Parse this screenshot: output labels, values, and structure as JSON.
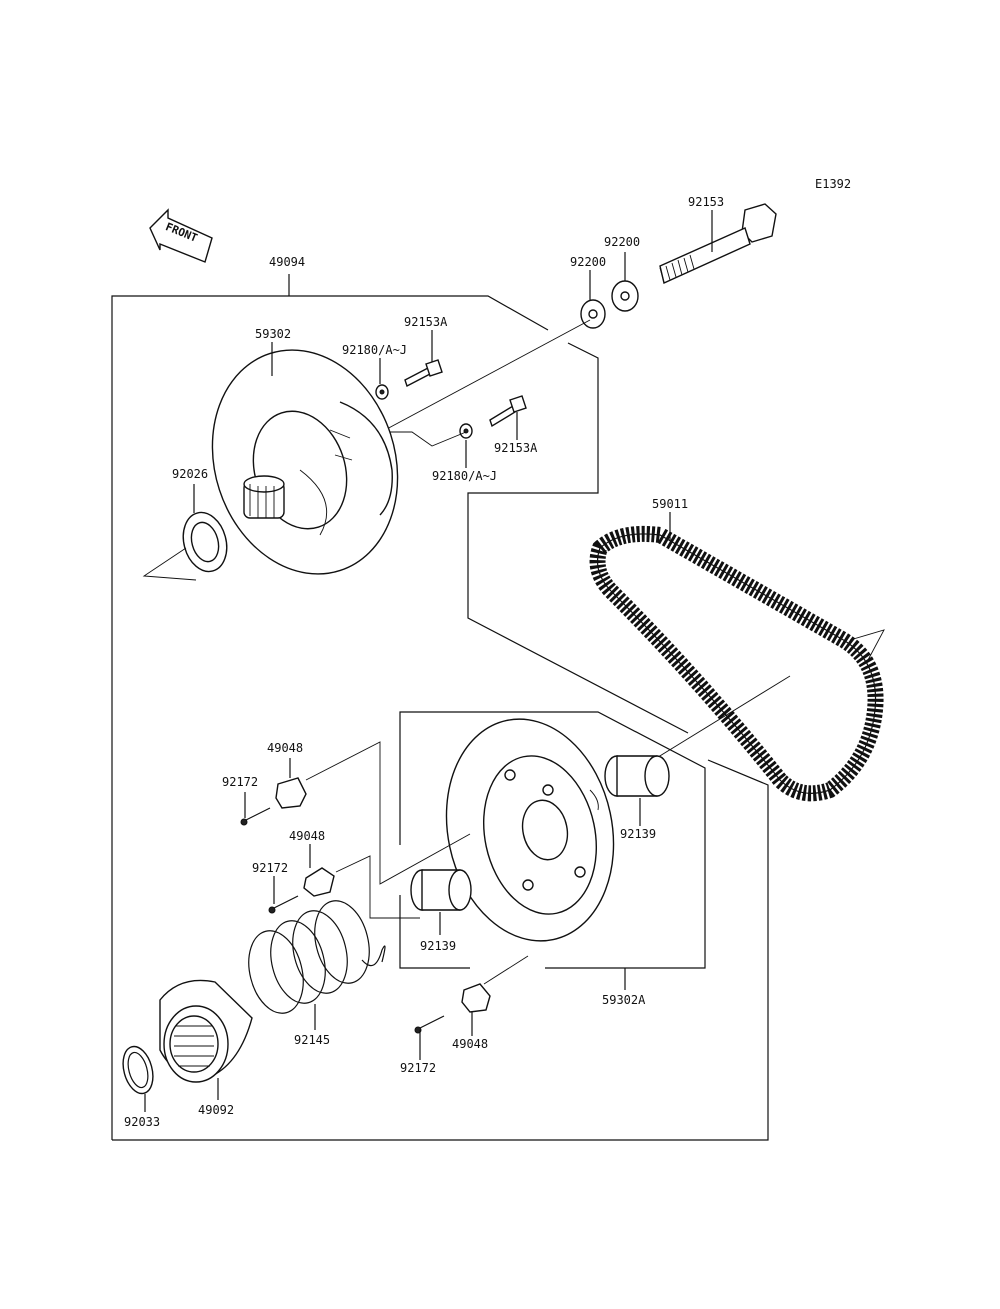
{
  "diagram_code": "E1392",
  "front_arrow_label": "FRONT",
  "labels": {
    "assembly_49094": "49094",
    "sheave_59302": "59302",
    "bolt_92153A_top": "92153A",
    "washer_92180_top": "92180/A~J",
    "bolt_92153A_mid": "92153A",
    "washer_92180_mid": "92180/A~J",
    "washer_92200_a": "92200",
    "washer_92200_b": "92200",
    "bolt_92153": "92153",
    "shim_92026": "92026",
    "belt_59011": "59011",
    "weight_49048_a": "49048",
    "screw_92172_a": "92172",
    "weight_49048_b": "49048",
    "screw_92172_b": "92172",
    "bushing_92139_right": "92139",
    "bushing_92139_mid": "92139",
    "sheave_59302A": "59302A",
    "spring_92145": "92145",
    "weight_49048_c": "49048",
    "screw_92172_c": "92172",
    "cam_49092": "49092",
    "circlip_92033": "92033"
  }
}
